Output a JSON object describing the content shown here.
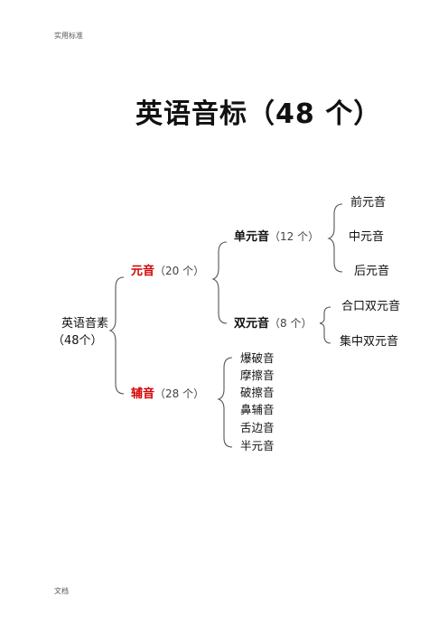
{
  "header": {
    "text": "实用标准"
  },
  "footer": {
    "text": "文档"
  },
  "title": "英语音标（48 个）",
  "root": {
    "line1": "英语音素",
    "line2": "（48个）"
  },
  "vowels": {
    "label": "元音",
    "count": "（20 个）",
    "monophthongs": {
      "label": "单元音",
      "count": "（12 个）",
      "items": [
        "前元音",
        "中元音",
        "后元音"
      ]
    },
    "diphthongs": {
      "label": "双元音",
      "count": "（8 个）",
      "items": [
        "合口双元音",
        "集中双元音"
      ]
    }
  },
  "consonants": {
    "label": "辅音",
    "count": "（28 个）",
    "items": [
      "爆破音",
      "摩擦音",
      "破擦音",
      "鼻辅音",
      "舌边音",
      "半元音"
    ]
  }
}
